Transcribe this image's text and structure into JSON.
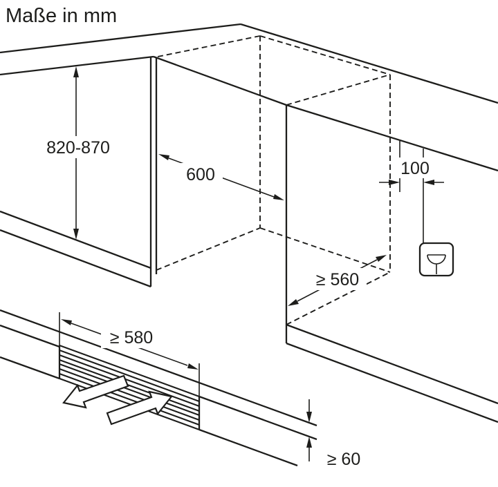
{
  "title": "Maße in mm",
  "colors": {
    "line": "#1d1d1b",
    "background": "#ffffff"
  },
  "dimensions": {
    "niche_height": "820-870",
    "niche_width": "600",
    "socket_offset": "100",
    "niche_depth": "≥ 560",
    "plinth_vent_width": "≥ 580",
    "plinth_vent_height": "≥ 60"
  },
  "icons": {
    "socket": "power-socket-icon",
    "airflow_out": "airflow-arrow-out",
    "airflow_in": "airflow-arrow-in"
  }
}
